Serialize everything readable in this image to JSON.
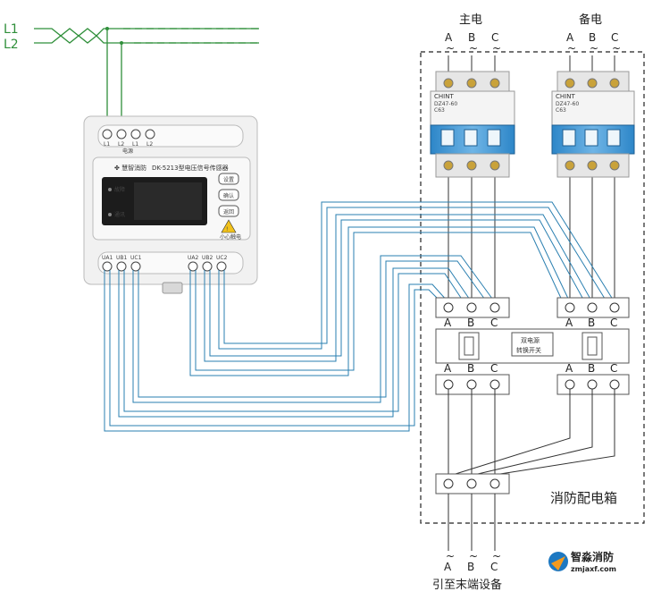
{
  "top_labels": {
    "main_power": "主电",
    "backup_power": "备电"
  },
  "phases": [
    "A",
    "B",
    "C"
  ],
  "tilde": "~",
  "line_labels": {
    "l1": "L1",
    "l2": "L2"
  },
  "sensor": {
    "model": "DK-5213型电压信号传感器",
    "brand": "✤ 慧智消防",
    "top_terminals": [
      "L1",
      "L2",
      "L1",
      "L2"
    ],
    "top_terminal_caption": "电源",
    "led_fault": "故障",
    "led_comm": "通讯",
    "buttons": [
      "设置",
      "确认",
      "返回"
    ],
    "warning_caption": "小心触电",
    "bottom_terminals": [
      "UA1",
      "UB1",
      "UC1",
      "UA2",
      "UB2",
      "UC2"
    ]
  },
  "breaker": {
    "brand": "CHINT",
    "model": "DZ47-60",
    "rating": "C63"
  },
  "switch": {
    "label_line1": "双电源",
    "label_line2": "转换开关"
  },
  "cabinet_label": "消防配电箱",
  "output_label": "引至末端设备",
  "logo": {
    "name": "智淼消防",
    "url": "zmjaxf.com"
  },
  "colors": {
    "signal_wire": "#2a7fb0",
    "power_wire": "#2f8f3a",
    "line": "#333333"
  }
}
